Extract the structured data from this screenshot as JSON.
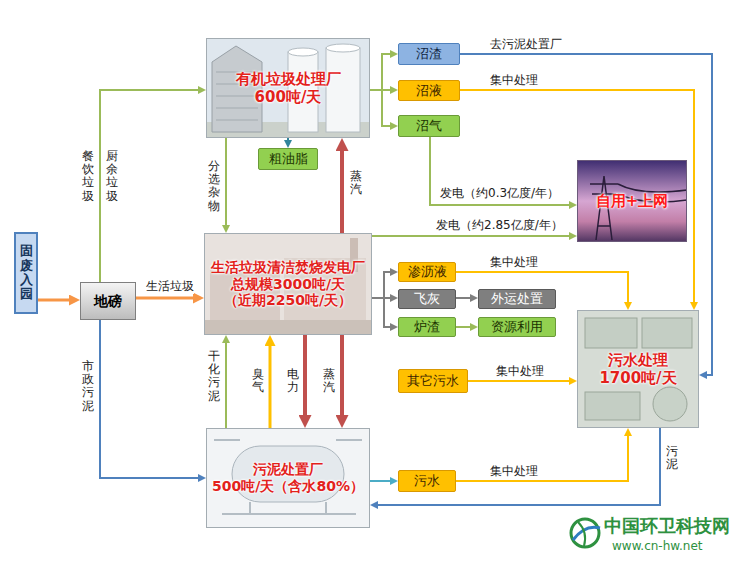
{
  "diagram": {
    "nodes": [
      {
        "text": [
          "有机垃圾处理厂",
          "600吨/天"
        ]
      },
      {
        "text": [
          "沼渣"
        ]
      },
      {
        "text": [
          "沼液"
        ]
      },
      {
        "text": [
          "沼气"
        ]
      },
      {
        "text": [
          "粗油脂"
        ]
      },
      {
        "text": [
          "自用+上网"
        ]
      },
      {
        "text": [
          "固废入园"
        ]
      },
      {
        "text": [
          "地磅"
        ]
      },
      {
        "text": [
          "生活垃圾清洁焚烧发电厂",
          "总规模3000吨/天",
          "（近期2250吨/天）"
        ]
      },
      {
        "text": [
          "渗沥液"
        ]
      },
      {
        "text": [
          "飞灰"
        ]
      },
      {
        "text": [
          "外运处置"
        ]
      },
      {
        "text": [
          "炉渣"
        ]
      },
      {
        "text": [
          "资源利用"
        ]
      },
      {
        "text": [
          "污水处理",
          "1700吨/天"
        ]
      },
      {
        "text": [
          "其它污水"
        ]
      },
      {
        "text": [
          "污泥处置厂",
          "500吨/天（含水80%）"
        ]
      },
      {
        "text": [
          "污水"
        ]
      }
    ],
    "edges": [
      {
        "from": 6,
        "to": 7,
        "arrow": "to"
      },
      {
        "from": 7,
        "to": 0,
        "label": "餐饮垃圾",
        "arrow": "to"
      },
      {
        "from": 7,
        "to": 8,
        "label": "生活垃圾",
        "arrow": "to"
      },
      {
        "from": 7,
        "to": 16,
        "label": "市政污泥",
        "arrow": "to"
      },
      {
        "from": 0,
        "to": 8,
        "label": "分选杂物",
        "arrow": "to"
      },
      {
        "from": 8,
        "to": 0,
        "label": "蒸汽",
        "arrow": "to"
      },
      {
        "from": 0,
        "to": 4,
        "arrow": "to"
      },
      {
        "from": 0,
        "to": 1,
        "arrow": "to"
      },
      {
        "from": 0,
        "to": 2,
        "arrow": "to"
      },
      {
        "from": 0,
        "to": 3,
        "arrow": "to"
      },
      {
        "from": 1,
        "to": 14,
        "label": "去污泥处置厂",
        "arrow": "to"
      },
      {
        "from": 2,
        "to": 14,
        "label": "集中处理",
        "arrow": "to"
      },
      {
        "from": 3,
        "to": 5,
        "label": "发电（约0.3亿度/年）",
        "arrow": "to"
      },
      {
        "from": 8,
        "to": 5,
        "label": "发电（约2.85亿度/年）",
        "arrow": "to"
      },
      {
        "from": 8,
        "to": 9,
        "arrow": "to"
      },
      {
        "from": 8,
        "to": 10,
        "arrow": "to"
      },
      {
        "from": 8,
        "to": 12,
        "arrow": "to"
      },
      {
        "from": 9,
        "to": 14,
        "label": "集中处理",
        "arrow": "to"
      },
      {
        "from": 10,
        "to": 11,
        "arrow": "to"
      },
      {
        "from": 12,
        "to": 13,
        "arrow": "to"
      },
      {
        "from": 15,
        "to": 14,
        "label": "集中处理",
        "arrow": "to"
      },
      {
        "from": 17,
        "to": 14,
        "label": "集中处理",
        "arrow": "to"
      },
      {
        "from": 14,
        "to": 16,
        "label": "污泥",
        "arrow": "to"
      },
      {
        "from": 16,
        "to": 8,
        "label": "干化污泥",
        "arrow": "to"
      },
      {
        "from": 16,
        "to": 8,
        "label": "臭气",
        "arrow": "to"
      },
      {
        "from": 8,
        "to": 16,
        "label": "电力",
        "arrow": "to"
      },
      {
        "from": 8,
        "to": 16,
        "label": "蒸汽",
        "arrow": "to"
      },
      {
        "from": 16,
        "to": 17,
        "arrow": "to"
      }
    ],
    "labels": [
      "厨余垃圾",
      "中国环卫科技网",
      "www.cn-hw.net"
    ]
  }
}
